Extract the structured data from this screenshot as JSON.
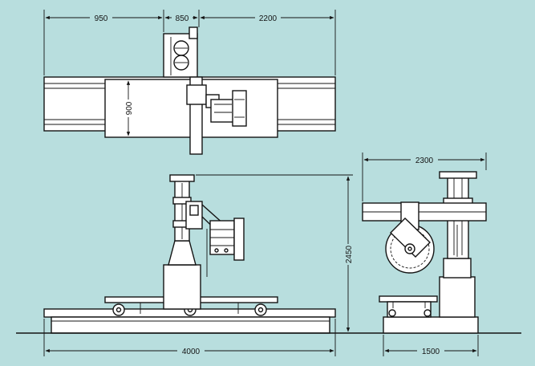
{
  "drawing": {
    "colors": {
      "background": "#b8dede",
      "line": "#141414",
      "part_fill": "#ffffff"
    },
    "dimensions": {
      "top_left": "950",
      "top_mid": "850",
      "top_right": "2200",
      "plan_width": "900",
      "height": "2450",
      "side_width": "2300",
      "base_length": "4000",
      "side_base": "1500"
    }
  }
}
